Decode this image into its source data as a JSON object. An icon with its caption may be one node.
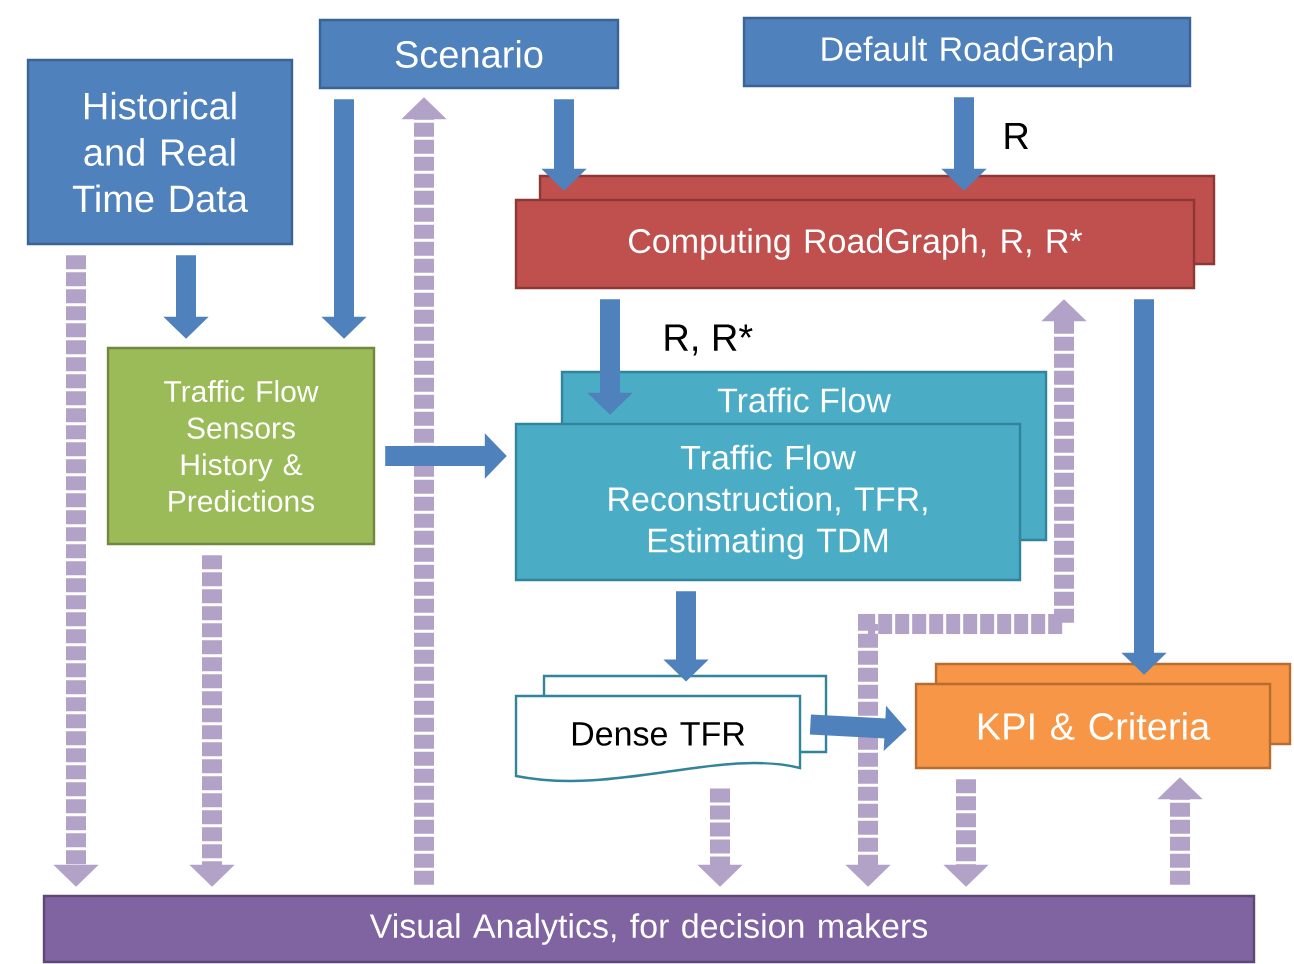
{
  "diagram": {
    "nodes": [
      {
        "text": [
          "Historical and Real Time Data"
        ]
      },
      {
        "text": [
          "Scenario"
        ]
      },
      {
        "text": [
          "Default RoadGraph"
        ]
      },
      {
        "text": [
          "Computing RoadGraph, R, R*"
        ]
      },
      {
        "text": [
          "Traffic Flow Sensors History & Predictions"
        ]
      },
      {
        "text": [
          "Traffic Flow",
          "Traffic Flow Reconstruction, TFR, Estimating TDM"
        ]
      },
      {
        "text": [
          "Dense TFR"
        ]
      },
      {
        "text": [
          "KPI & Criteria"
        ]
      },
      {
        "text": [
          "Visual Analytics, for decision makers"
        ]
      }
    ],
    "edges": [
      {
        "from": 0,
        "to": 4,
        "arrow": "to"
      },
      {
        "from": 1,
        "to": 4,
        "arrow": "to"
      },
      {
        "from": 1,
        "to": 3,
        "arrow": "to"
      },
      {
        "from": 2,
        "to": 3,
        "arrow": "to",
        "label": "R"
      },
      {
        "from": 3,
        "to": 5,
        "arrow": "to",
        "label": "R, R*"
      },
      {
        "from": 4,
        "to": 5,
        "arrow": "to"
      },
      {
        "from": 5,
        "to": 6,
        "arrow": "to"
      },
      {
        "from": 3,
        "to": 7,
        "arrow": "to"
      },
      {
        "from": 6,
        "to": 7,
        "arrow": "to"
      },
      {
        "from": 0,
        "to": 8,
        "arrow": "to",
        "style": "dashed",
        "color": "#b3a2c7"
      },
      {
        "from": 4,
        "to": 8,
        "arrow": "to",
        "style": "dashed",
        "color": "#b3a2c7"
      },
      {
        "from": 8,
        "to": 1,
        "arrow": "to",
        "style": "dashed",
        "color": "#b3a2c7"
      },
      {
        "from": 6,
        "to": 8,
        "arrow": "to",
        "style": "dashed",
        "color": "#b3a2c7"
      },
      {
        "from": 3,
        "to": 8,
        "arrow": "both",
        "style": "dashed",
        "color": "#b3a2c7"
      },
      {
        "from": 7,
        "to": 8,
        "arrow": "to",
        "style": "dashed",
        "color": "#b3a2c7"
      },
      {
        "from": 8,
        "to": 7,
        "arrow": "to",
        "style": "dashed",
        "color": "#b3a2c7"
      }
    ]
  }
}
